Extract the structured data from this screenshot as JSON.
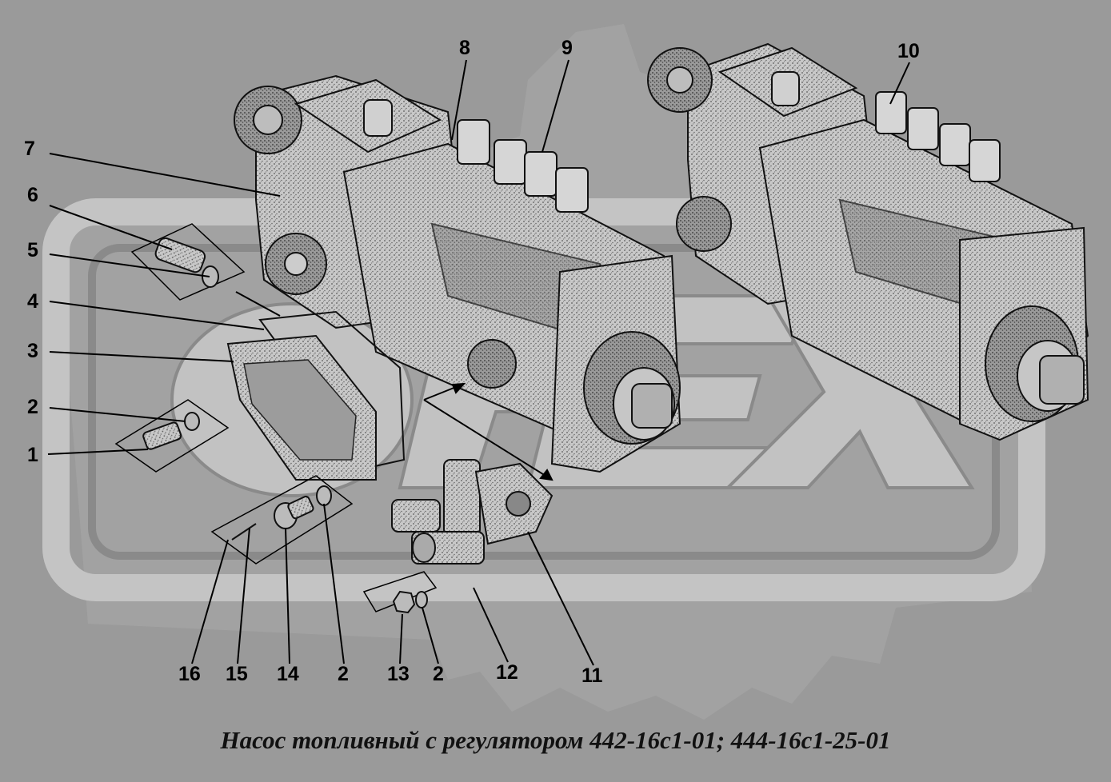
{
  "caption": "Насос топливный с регулятором 442-16с1-01; 444-16с1-25-01",
  "watermark": "OPEX",
  "colors": {
    "background": "#9a9a9a",
    "watermark_light": "#c4c4c4",
    "watermark_dark": "#8a8a8a",
    "part_fill": "#bdbdbd",
    "part_shade": "#7c7c7c",
    "ink": "#000000"
  },
  "callouts": [
    {
      "id": "c1",
      "label": "1"
    },
    {
      "id": "c2a",
      "label": "2"
    },
    {
      "id": "c3",
      "label": "3"
    },
    {
      "id": "c4",
      "label": "4"
    },
    {
      "id": "c5",
      "label": "5"
    },
    {
      "id": "c6",
      "label": "6"
    },
    {
      "id": "c7",
      "label": "7"
    },
    {
      "id": "c8",
      "label": "8"
    },
    {
      "id": "c9",
      "label": "9"
    },
    {
      "id": "c10",
      "label": "10"
    },
    {
      "id": "c11",
      "label": "11"
    },
    {
      "id": "c12",
      "label": "12"
    },
    {
      "id": "c2b",
      "label": "2"
    },
    {
      "id": "c13",
      "label": "13"
    },
    {
      "id": "c2c",
      "label": "2"
    },
    {
      "id": "c14",
      "label": "14"
    },
    {
      "id": "c15",
      "label": "15"
    },
    {
      "id": "c16",
      "label": "16"
    }
  ]
}
